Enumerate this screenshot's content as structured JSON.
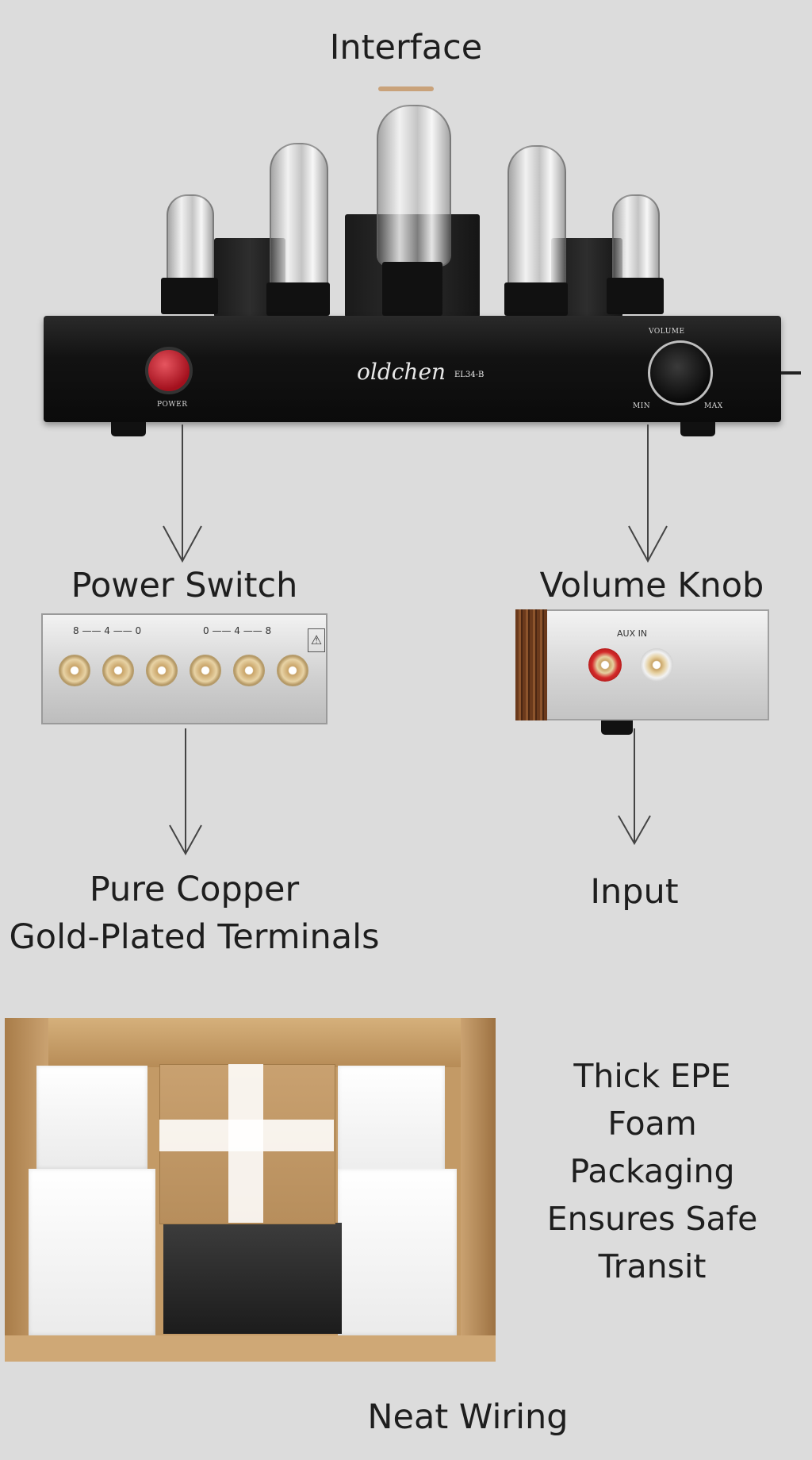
{
  "labels": {
    "interface": "Interface",
    "power_switch": "Power Switch",
    "volume_knob": "Volume Knob",
    "terminals_line1": "Pure Copper",
    "terminals_line2": "Gold-Plated Terminals",
    "input": "Input",
    "foam_line1": "Thick EPE",
    "foam_line2": "Foam",
    "foam_line3": "Packaging",
    "foam_line4": "Ensures Safe",
    "foam_line5": "Transit",
    "neat_wiring": "Neat Wiring"
  },
  "amp": {
    "power_label": "POWER",
    "volume_label": "VOLUME",
    "min_label": "MIN",
    "max_label": "MAX",
    "brand": "oldchen",
    "model": "EL34-B"
  },
  "terminal_panel": {
    "scale_left": "8 —— 4 —— 0",
    "scale_right": "0 —— 4 —— 8"
  },
  "input_panel": {
    "aux_label": "AUX  IN"
  },
  "colors": {
    "background": "#dcdcdc",
    "accent_bar": "#c9a27a",
    "power_button": "#c21d2b"
  }
}
